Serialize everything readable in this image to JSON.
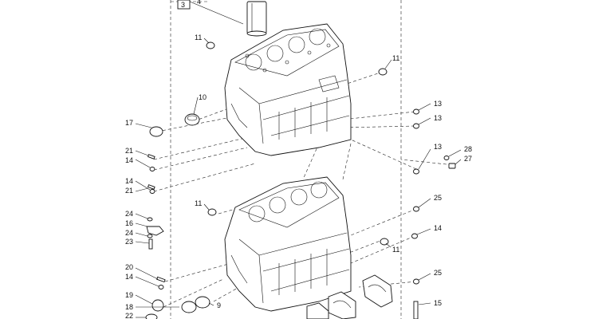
{
  "callouts": {
    "c3": "3",
    "c4": "4",
    "c11_top": "11",
    "c11_right": "11",
    "c10": "10",
    "c17": "17",
    "c21_a": "21",
    "c14_a": "14",
    "c21_b": "21",
    "c14_b": "14",
    "c11_mid": "11",
    "c24_a": "24",
    "c16": "16",
    "c24_b": "24",
    "c23": "23",
    "c20": "20",
    "c14_c": "14",
    "c19": "19",
    "c18": "18",
    "c22": "22",
    "c9": "9",
    "c13_a": "13",
    "c13_b": "13",
    "c13_c": "13",
    "c28": "28",
    "c27": "27",
    "c25_a": "25",
    "c14_d": "14",
    "c11_low": "11",
    "c25_b": "25",
    "c15": "15"
  }
}
